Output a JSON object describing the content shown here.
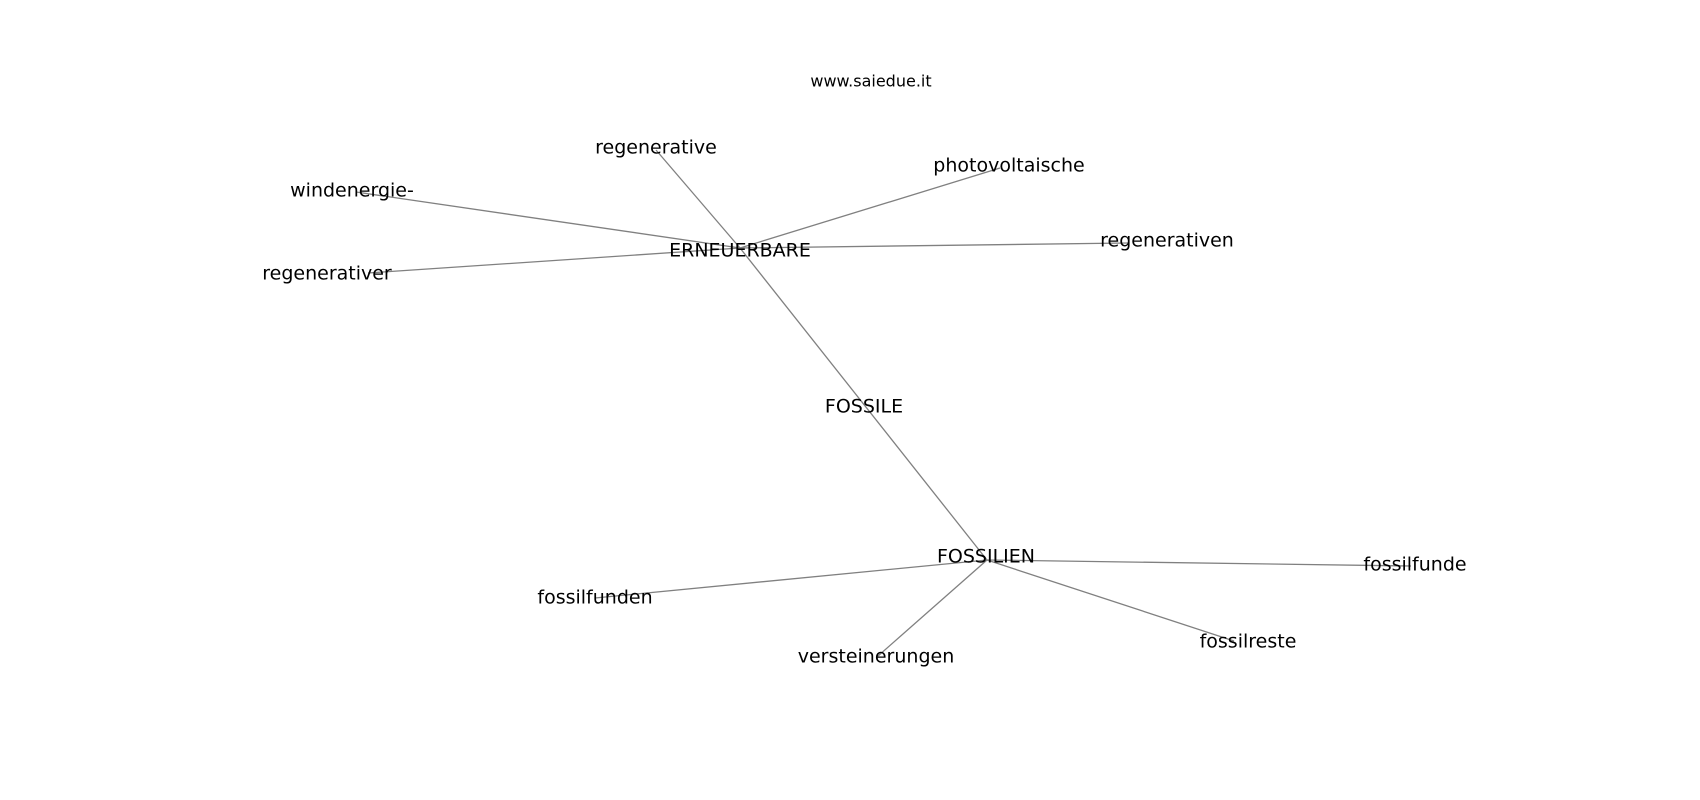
{
  "source": "www.saiedue.it",
  "graph": {
    "nodes": [
      {
        "id": "erneuerbare",
        "label": "ERNEUERBARE"
      },
      {
        "id": "fossile",
        "label": "FOSSILE"
      },
      {
        "id": "fossilien",
        "label": "FOSSILIEN"
      },
      {
        "id": "regenerative",
        "label": "regenerative"
      },
      {
        "id": "photovoltaische",
        "label": "photovoltaische"
      },
      {
        "id": "windenergie",
        "label": "windenergie-"
      },
      {
        "id": "regenerativen",
        "label": "regenerativen"
      },
      {
        "id": "regenerativer",
        "label": "regenerativer"
      },
      {
        "id": "fossilfunden",
        "label": "fossilfunden"
      },
      {
        "id": "fossilfunde",
        "label": "fossilfunde"
      },
      {
        "id": "versteinerungen",
        "label": "versteinerungen"
      },
      {
        "id": "fossilreste",
        "label": "fossilreste"
      }
    ],
    "edges": [
      {
        "from": "erneuerbare",
        "to": "regenerative"
      },
      {
        "from": "erneuerbare",
        "to": "photovoltaische"
      },
      {
        "from": "erneuerbare",
        "to": "windenergie"
      },
      {
        "from": "erneuerbare",
        "to": "regenerativen"
      },
      {
        "from": "erneuerbare",
        "to": "regenerativer"
      },
      {
        "from": "erneuerbare",
        "to": "fossilien"
      },
      {
        "from": "fossilien",
        "to": "fossilfunden"
      },
      {
        "from": "fossilien",
        "to": "fossilfunde"
      },
      {
        "from": "fossilien",
        "to": "versteinerungen"
      },
      {
        "from": "fossilien",
        "to": "fossilreste"
      }
    ]
  }
}
